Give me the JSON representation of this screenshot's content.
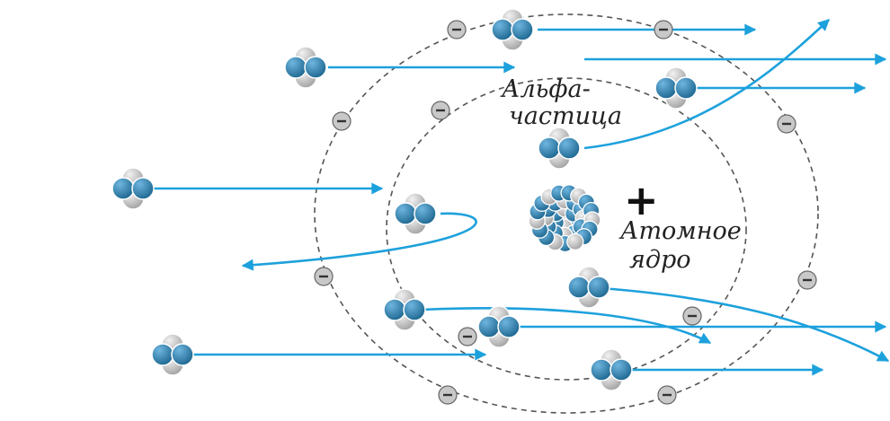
{
  "labels": {
    "alpha_line1": "Альфа-",
    "alpha_line2": "частица",
    "nucleus_line1": "Атомное",
    "nucleus_line2": "ядро",
    "charge": "+"
  },
  "colors": {
    "trajectory": "#1da1dc",
    "proton": "#1b6e9b",
    "neutron": "#b9b9b9",
    "electron": "#c8c8c8",
    "orbit": "#555555"
  }
}
